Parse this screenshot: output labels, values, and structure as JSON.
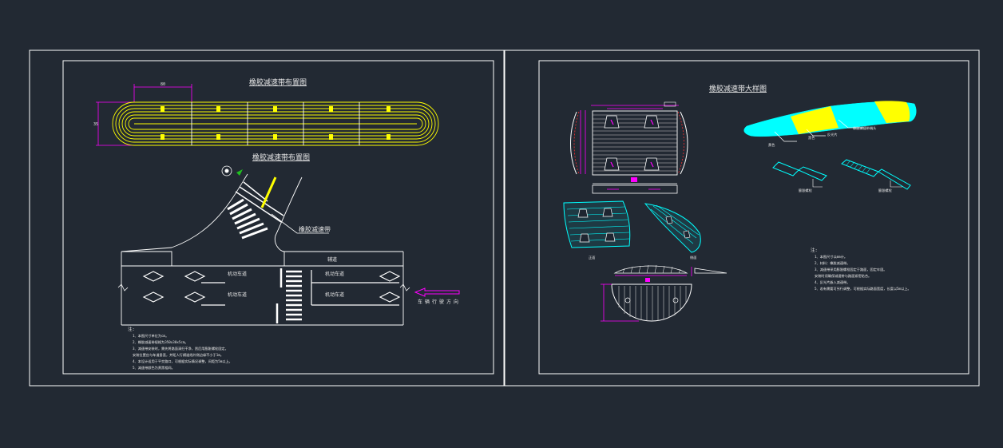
{
  "colors": {
    "background": "#222933",
    "frame": "#ffffff",
    "yellow": "#ffff00",
    "magenta": "#ff00ff",
    "cyan": "#00ffff",
    "red": "#ff3030",
    "green": "#20c020",
    "white": "#ffffff"
  },
  "sheet_left": {
    "plan_title": "橡胶减速带布置图",
    "layout_title": "橡胶减速带布置图",
    "speed_bump_label": "橡胶减速带",
    "top_dimension": "80",
    "side_dimension": "35",
    "road_name": "辅道",
    "lane_labels": [
      "机动车道",
      "机动车道",
      "机动车道",
      "机动车道"
    ],
    "direction_label": "车辆行驶方向",
    "notes_title": "注:",
    "notes": [
      "1、本图尺寸单位为cm。",
      "2、橡胶减速带规格为350x30x5cm。",
      "3、减速带安装时，需先将路面清扫干净，然后用膨胀螺栓固定。",
      "   安装位置应与车道垂直，并距人行横道线外侧边缘不小于1m。",
      "4、本设计适用于平交路口，可根据实际情况调整，间距为5m以上。",
      "5、减速带颜色为黄黑相间。"
    ]
  },
  "sheet_right": {
    "detail_title": "橡胶减速带大样图",
    "iso_labels": [
      "黄色",
      "黑色",
      "反光片",
      "橡胶减速带端头"
    ],
    "bolt_labels": [
      "膨胀螺栓",
      "膨胀螺栓"
    ],
    "section_labels": [
      "正面",
      "侧面"
    ],
    "notes_title": "注:",
    "notes": [
      "1、本图尺寸以mm计。",
      "2、材料：橡胶减速带。",
      "3、减速带采用膨胀螺栓固定于路面，固定牢固。",
      "   安装时须确保减速带与路面紧密贴合。",
      "4、反光片嵌入减速带。",
      "5、若有需要可另行调整，可根据实际路面宽度，长度以5m以上。"
    ]
  }
}
